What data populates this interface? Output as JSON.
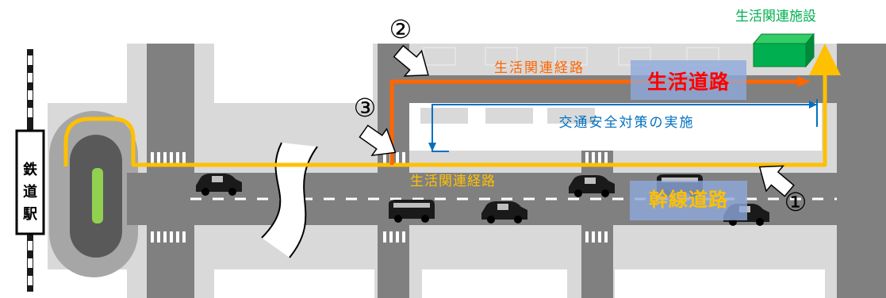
{
  "station": {
    "chars": [
      "鉄",
      "道",
      "駅"
    ]
  },
  "facility": {
    "label": "生活関連施設"
  },
  "roads": {
    "life_road": "生活道路",
    "arterial_road": "幹線道路",
    "life_route_top": "生活関連経路",
    "life_route_middle": "生活関連経路"
  },
  "measures": {
    "label": "交通安全対策の実施"
  },
  "markers": {
    "m1": "①",
    "m2": "②",
    "m3": "③"
  },
  "colors": {
    "route_yellow": "#FFC000",
    "route_orange": "#FF6600",
    "facility_green": "#00B050",
    "measure_blue": "#0070C0",
    "road_gray": "#808080",
    "sidewalk_gray": "#BFBFBF"
  }
}
